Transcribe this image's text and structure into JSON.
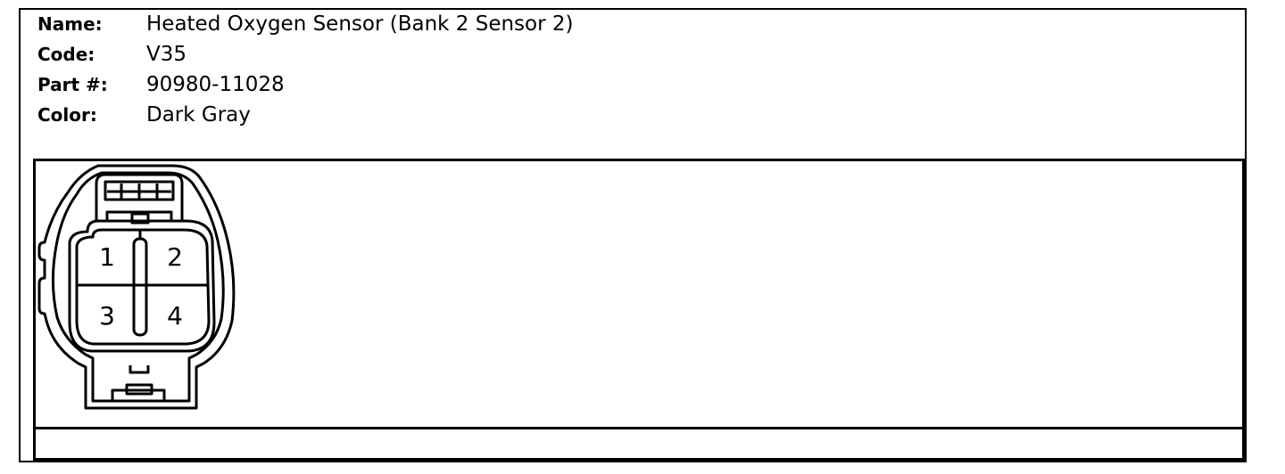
{
  "connector": {
    "name_label": "Name:",
    "name_value": "Heated Oxygen Sensor (Bank 2 Sensor 2)",
    "code_label": "Code:",
    "code_value": "V35",
    "part_label": "Part #:",
    "part_value": "90980-11028",
    "color_label": "Color:",
    "color_value": "Dark Gray"
  },
  "pins": [
    "1",
    "2",
    "3",
    "4"
  ]
}
